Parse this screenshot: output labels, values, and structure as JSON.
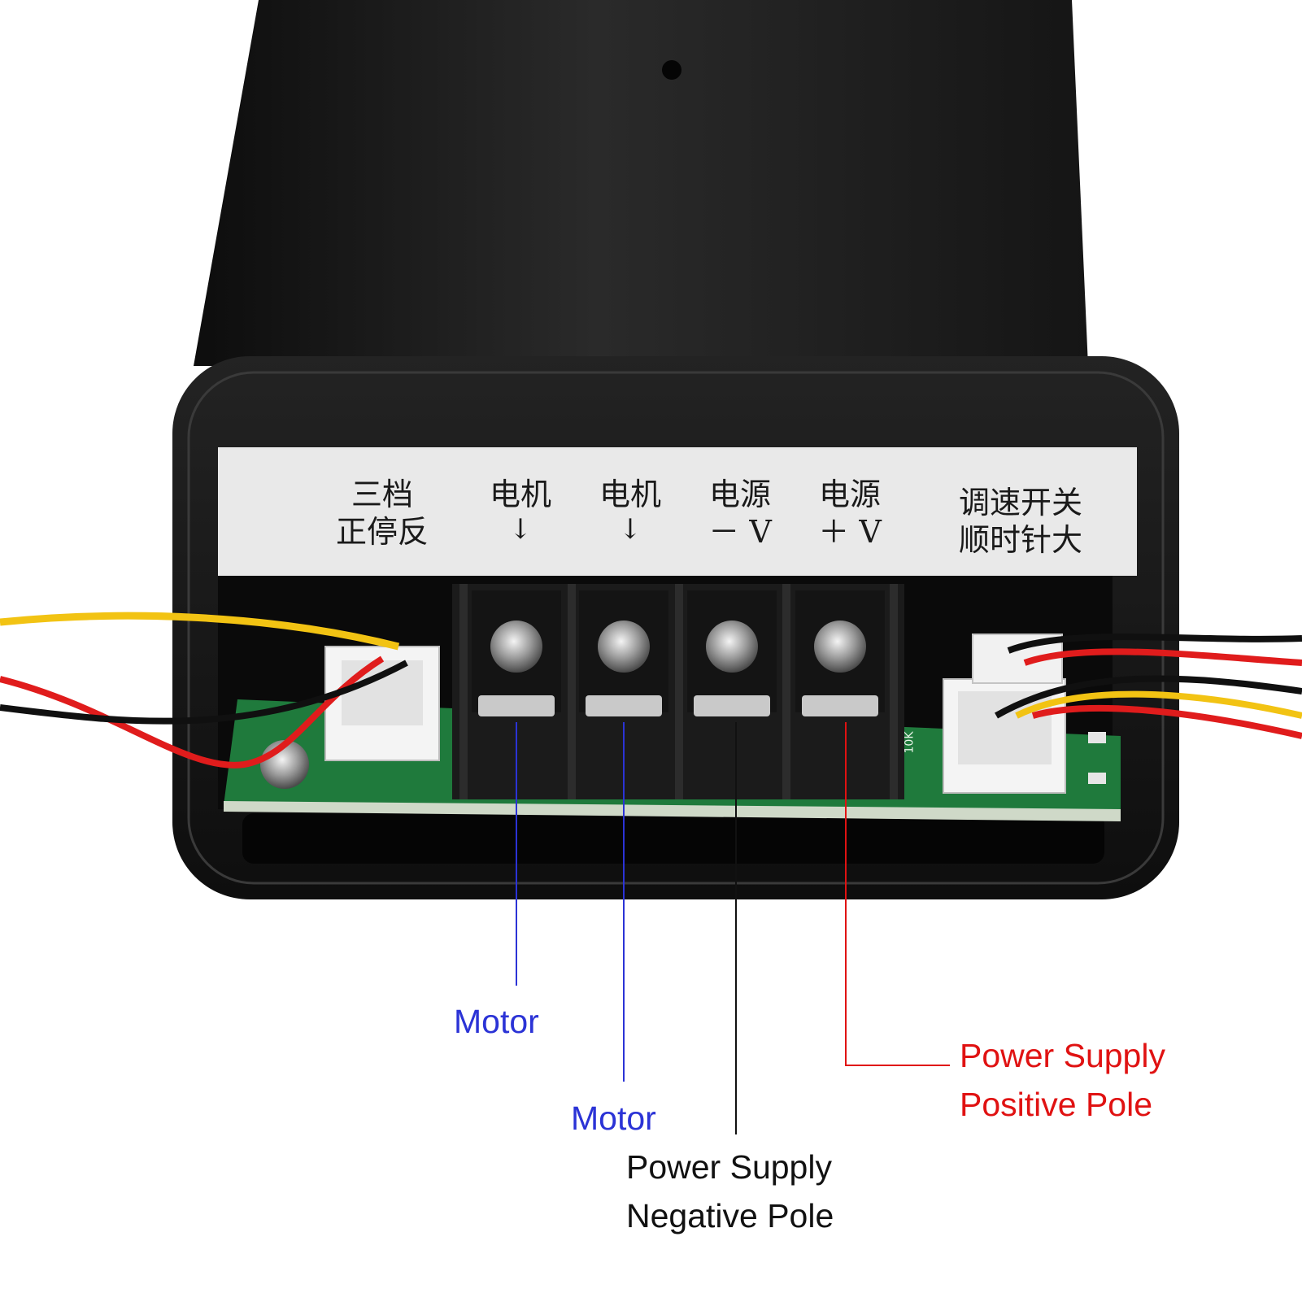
{
  "product": {
    "label_strip": [
      {
        "line1": "三档",
        "line2": "正停反",
        "arrow": ""
      },
      {
        "line1": "电机",
        "line2": "",
        "arrow": "↓"
      },
      {
        "line1": "电机",
        "line2": "",
        "arrow": "↓"
      },
      {
        "line1": "电源",
        "line2": "－ V",
        "arrow": ""
      },
      {
        "line1": "电源",
        "line2": "＋ V",
        "arrow": ""
      },
      {
        "line1": "调速开关",
        "line2": "顺时针大",
        "arrow": ""
      }
    ],
    "pcb_silkscreen": "10K"
  },
  "callouts": {
    "motor_1": "Motor",
    "motor_2": "Motor",
    "negative_line1": "Power Supply",
    "negative_line2": "Negative Pole",
    "positive_line1": "Power Supply",
    "positive_line2": "Positive Pole"
  },
  "colors": {
    "motor_callout": "#2b33d6",
    "negative_callout": "#111111",
    "positive_callout": "#e01212",
    "housing": "#141414",
    "label_strip": "#e9e9e9",
    "pcb": "#1f7a3c"
  }
}
